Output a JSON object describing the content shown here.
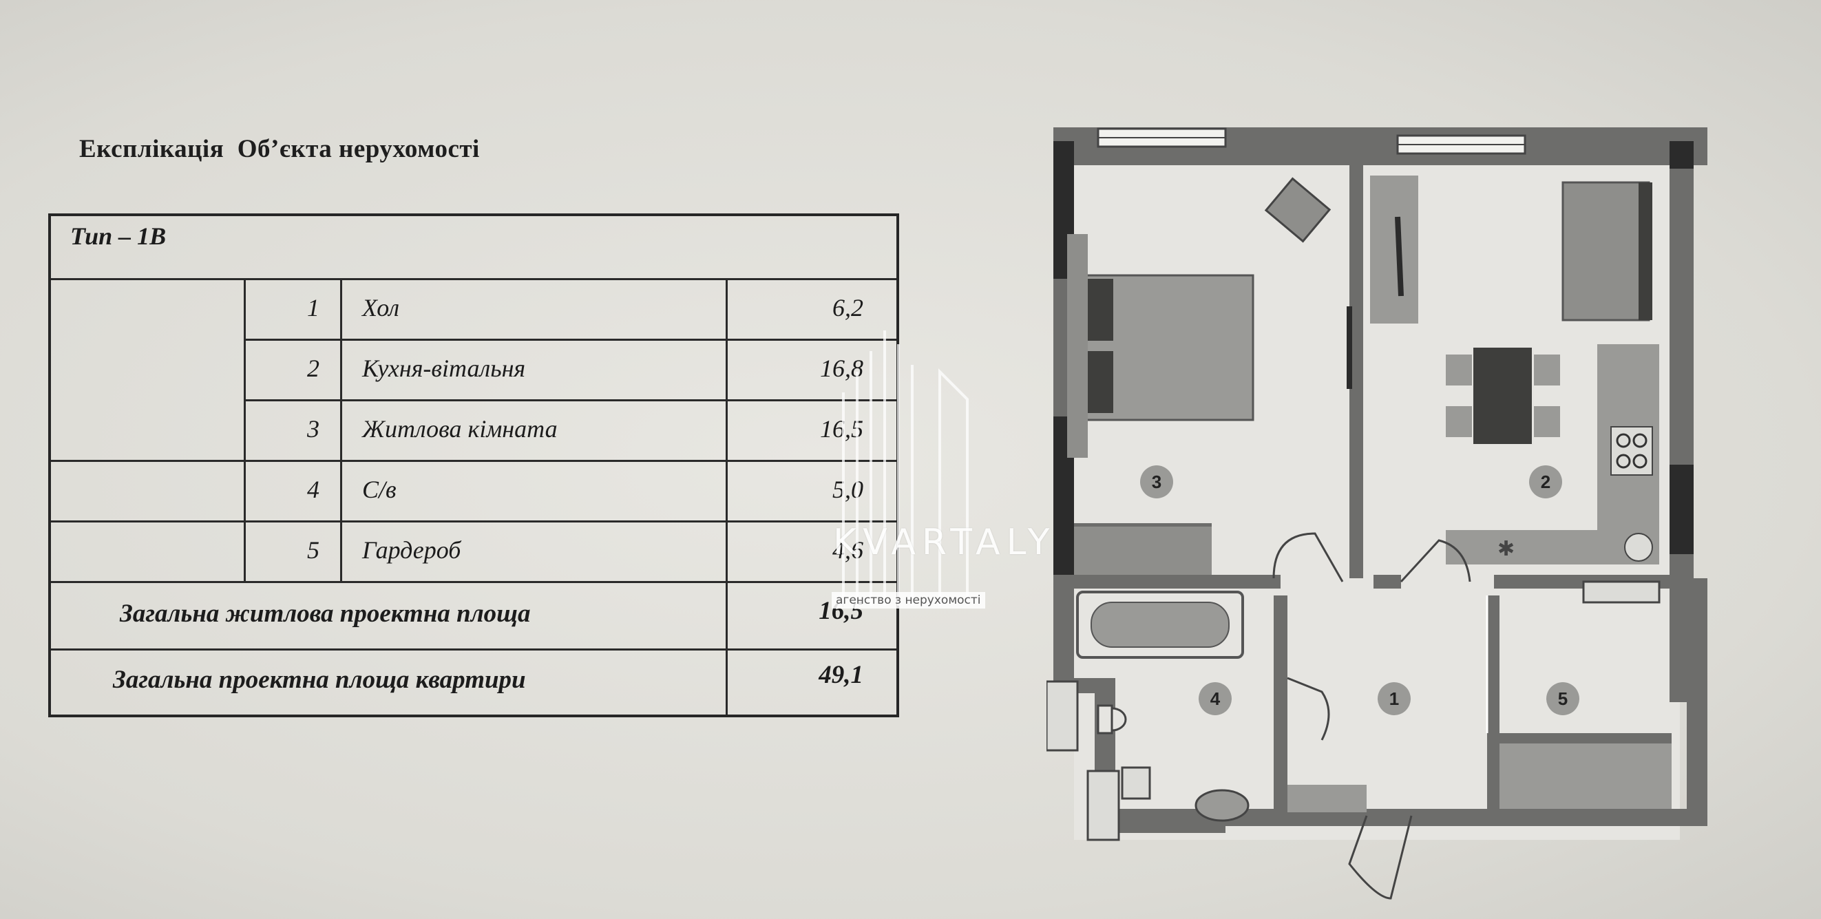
{
  "title": "Експлікація  Об’єкта нерухомості",
  "table": {
    "type_label": "Тип – 1В",
    "rows": [
      {
        "num": "1",
        "name": "Хол",
        "area": "6,2"
      },
      {
        "num": "2",
        "name": "Кухня-вітальня",
        "area": "16,8"
      },
      {
        "num": "3",
        "name": "Житлова  кімната",
        "area": "16,5"
      },
      {
        "num": "4",
        "name": "С/в",
        "area": "5,0"
      },
      {
        "num": "5",
        "name": "Гардероб",
        "area": "4,6"
      }
    ],
    "living_total_label": "Загальна житлова проектна площа",
    "living_total_value": "16,5",
    "total_label": "Загальна проектна площа квартири",
    "total_value": "49,1"
  },
  "watermark": {
    "brand": "KVARTALY",
    "tagline": "агенство з нерухомості"
  },
  "plan": {
    "room_numbers": [
      "1",
      "2",
      "3",
      "4",
      "5"
    ],
    "colors": {
      "wall": "#2b2b2b",
      "wall_light": "#6d6d6b",
      "furniture": "#9a9a97",
      "floor": "#e6e5e1"
    }
  }
}
